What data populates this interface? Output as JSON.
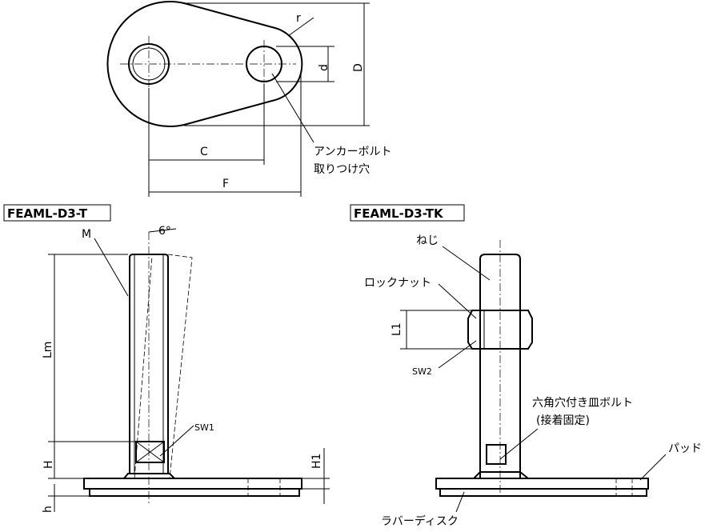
{
  "top_view": {
    "r": "r",
    "d": "d",
    "D": "D",
    "C": "C",
    "F": "F",
    "anchor_line1": "アンカーボルト",
    "anchor_line2": "取りつけ穴"
  },
  "model_t": {
    "title": "FEAML-D3-T",
    "M": "M",
    "angle": "6°",
    "Lm": "Lm",
    "SW1": "SW1",
    "H": "H",
    "H1": "H1",
    "h": "h"
  },
  "model_tk": {
    "title": "FEAML-D3-TK",
    "screw": "ねじ",
    "locknut": "ロックナット",
    "L1": "L1",
    "SW2": "SW2",
    "bolt_line1": "六角穴付き皿ボルト",
    "bolt_line2": "(接着固定)",
    "pad": "パッド",
    "rubber": "ラバーディスク"
  }
}
